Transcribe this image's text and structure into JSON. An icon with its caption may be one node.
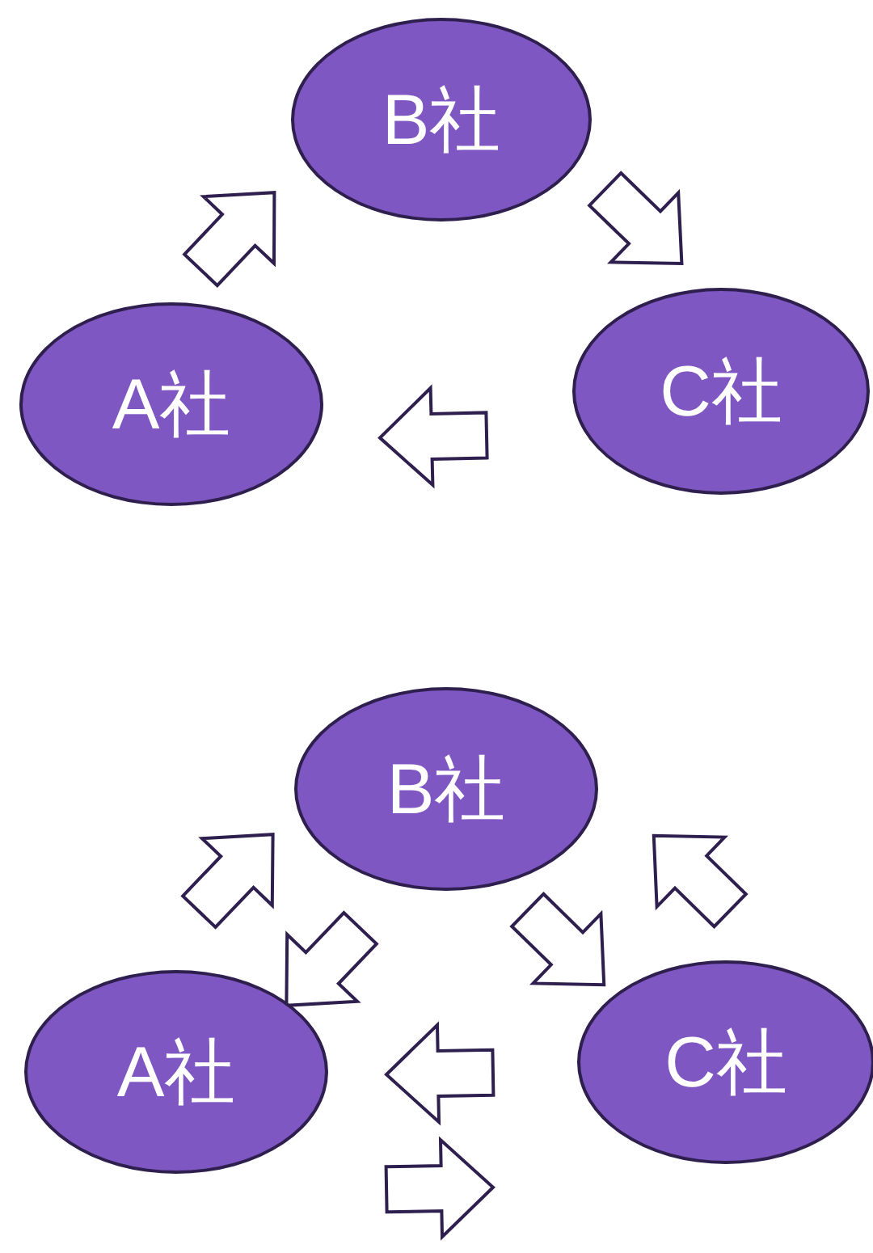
{
  "diagram": {
    "nodes": [
      {
        "text": [
          "B社"
        ]
      },
      {
        "text": [
          "A社"
        ]
      },
      {
        "text": [
          "C社"
        ]
      },
      {
        "text": [
          "B社"
        ]
      },
      {
        "text": [
          "A社"
        ]
      },
      {
        "text": [
          "C社"
        ]
      }
    ],
    "edges": [
      {
        "from": 1,
        "to": 0,
        "arrow": "to"
      },
      {
        "from": 0,
        "to": 2,
        "arrow": "to"
      },
      {
        "from": 2,
        "to": 1,
        "arrow": "to"
      },
      {
        "from": 4,
        "to": 3,
        "arrow": "to"
      },
      {
        "from": 3,
        "to": 4,
        "arrow": "to"
      },
      {
        "from": 3,
        "to": 5,
        "arrow": "to"
      },
      {
        "from": 5,
        "to": 3,
        "arrow": "to"
      },
      {
        "from": 5,
        "to": 4,
        "arrow": "to"
      },
      {
        "from": 4,
        "to": 5,
        "arrow": "to"
      }
    ]
  }
}
